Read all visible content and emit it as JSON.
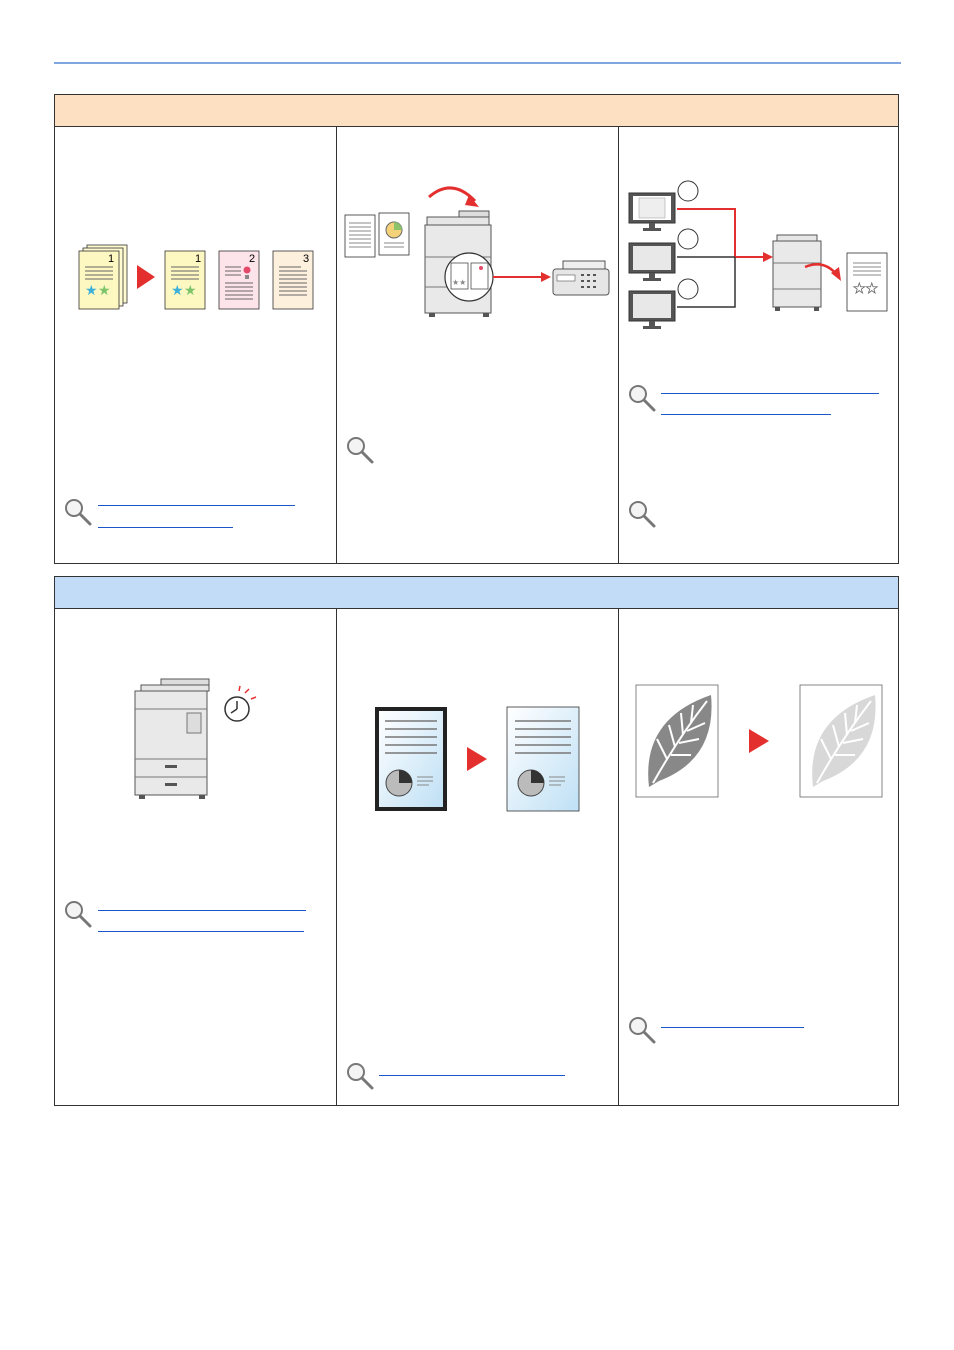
{
  "sections": [
    {
      "name": "section-1",
      "header_color": "#fde0c2"
    },
    {
      "name": "section-2",
      "header_color": "#c2dcf7"
    }
  ],
  "illustration": {
    "page_numbers": [
      "1",
      "1",
      "2",
      "3"
    ]
  },
  "colors": {
    "accent_red": "#e3302f",
    "rule_blue": "#7fa6e0",
    "link_blue": "#1a56c9"
  },
  "icons": [
    "magnifier-icon",
    "arrow-right-icon",
    "timer-icon",
    "leaf-icon",
    "printer-icon",
    "fax-icon",
    "monitor-icon"
  ]
}
